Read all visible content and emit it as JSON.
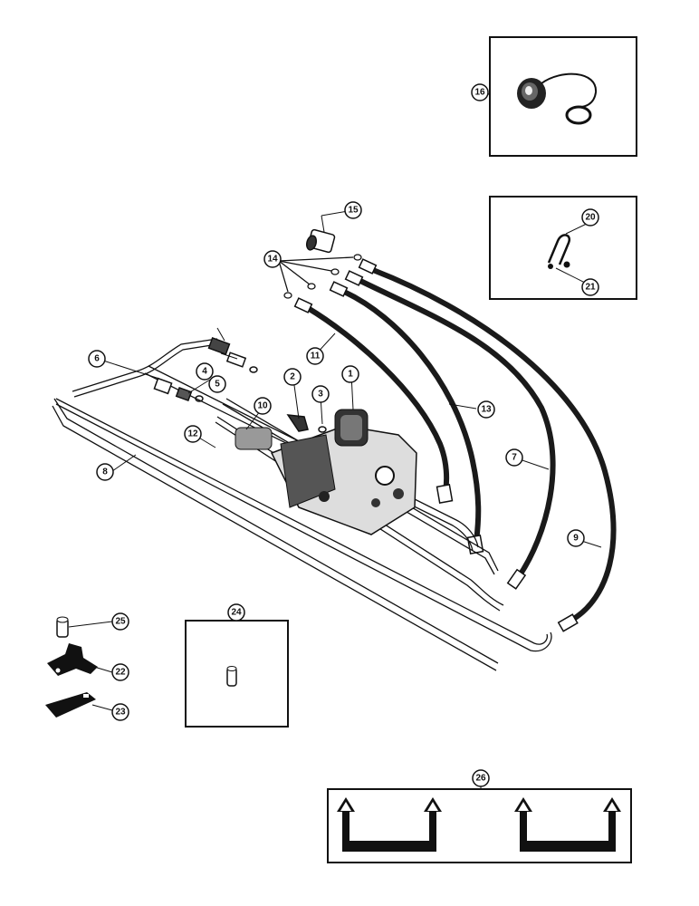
{
  "diagram": {
    "callouts": {
      "c1": "1",
      "c2": "2",
      "c3": "3",
      "c4": "4",
      "c5": "5",
      "c6": "6",
      "c7": "7",
      "c8": "8",
      "c9": "9",
      "c10": "10",
      "c11": "11",
      "c12": "12",
      "c13": "13",
      "c14": "14",
      "c15": "15",
      "c16": "16",
      "c20": "20",
      "c21": "21",
      "c22": "22",
      "c23": "23",
      "c24": "24",
      "c25": "25",
      "c26": "26"
    },
    "colors": {
      "ink": "#111111",
      "hose": "#1a1a1a",
      "paper": "#ffffff"
    }
  }
}
